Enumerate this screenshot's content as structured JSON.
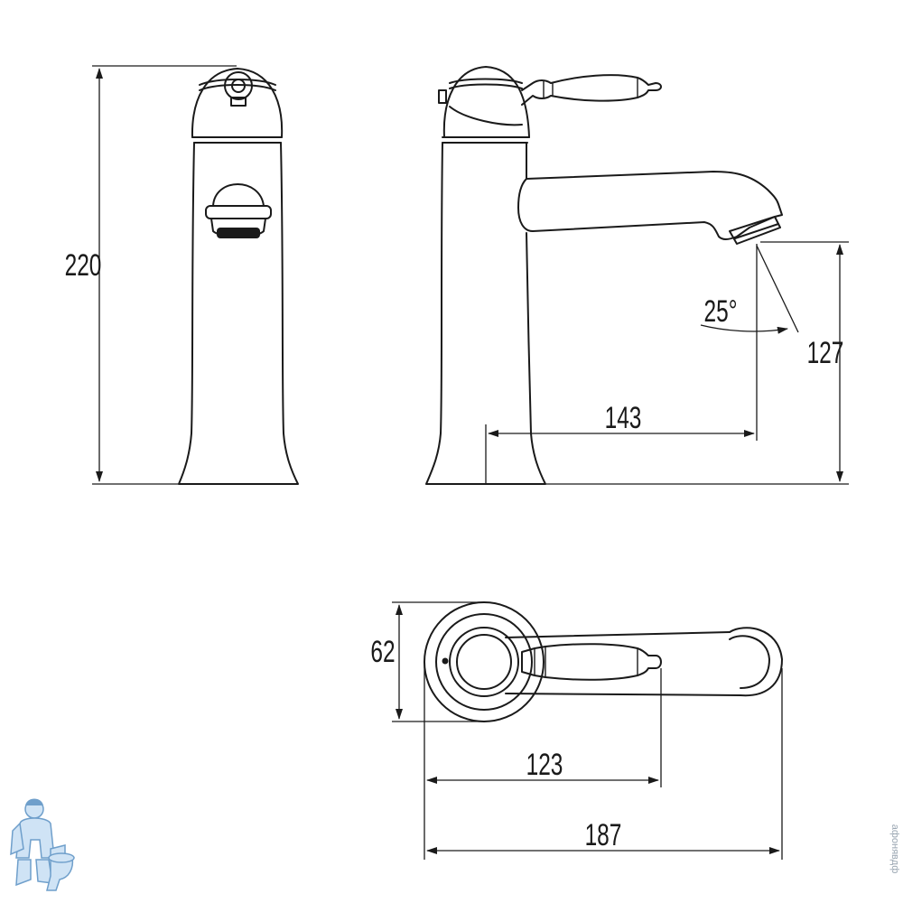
{
  "dimensions": {
    "height_total": "220",
    "spout_height": "127",
    "spout_reach": "143",
    "spray_angle": "25°",
    "base_width": "62",
    "handle_length": "123",
    "overall_length": "187"
  },
  "watermark": {
    "text": "афонявдф"
  },
  "colors": {
    "line": "#1a1a1a",
    "mascot": "#6f9fcb"
  }
}
